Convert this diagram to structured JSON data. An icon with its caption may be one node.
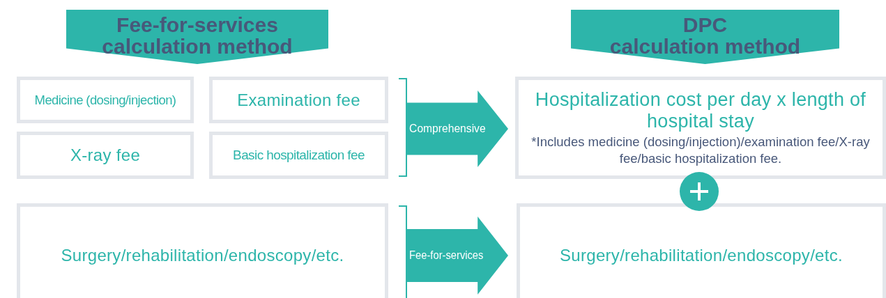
{
  "diagram": {
    "nodes": [
      {
        "text": [
          "Fee-for-services",
          "calculation method"
        ]
      },
      {
        "text": [
          "DPC",
          "calculation method"
        ]
      },
      {
        "text": [
          "Medicine (dosing/injection)"
        ]
      },
      {
        "text": [
          "Examination fee"
        ]
      },
      {
        "text": [
          "Comprehensive"
        ]
      },
      {
        "text": [
          "Hospitalization cost per day x length of hospital stay",
          "*Includes medicine (dosing/injection)/examination fee/X-ray fee/basic hospitalization fee."
        ]
      },
      {
        "text": [
          "X-ray fee"
        ]
      },
      {
        "text": [
          "Basic hospitalization fee"
        ]
      },
      {
        "text": [
          "Surgery/rehabilitation/endoscopy/etc."
        ]
      },
      {
        "text": [
          "Fee-for-services"
        ]
      },
      {
        "text": [
          "Surgery/rehabilitation/endoscopy/etc."
        ]
      }
    ]
  }
}
